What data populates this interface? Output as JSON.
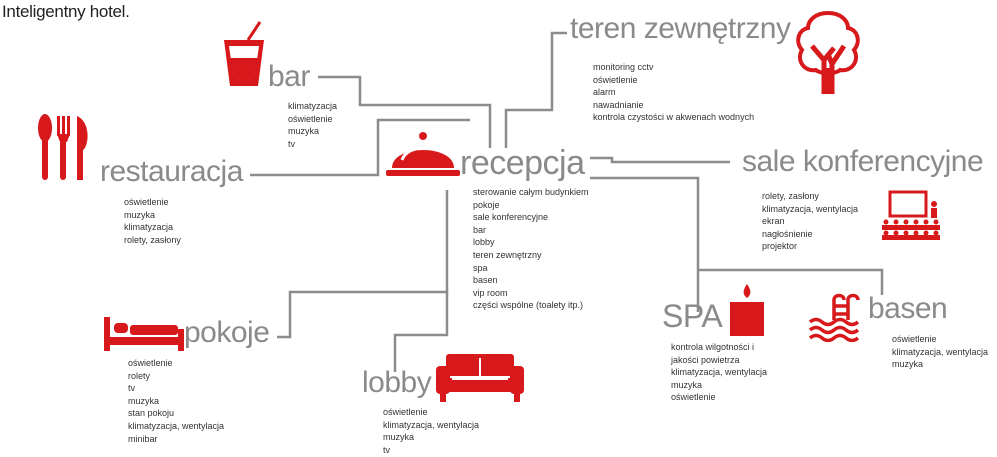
{
  "title": "Inteligentny hotel.",
  "accent_color": "#d7191c",
  "line_color": "#8c8c8c",
  "nodes": {
    "bar": {
      "label": "bar",
      "icon": "drink-cup-icon",
      "items": [
        "klimatyzacja",
        "oświetlenie",
        "muzyka",
        "tv"
      ]
    },
    "restauracja": {
      "label": "restauracja",
      "icon": "cutlery-icon",
      "items": [
        "oświetlenie",
        "muzyka",
        "klimatyzacja",
        "rolety, zasłony"
      ]
    },
    "recepcja": {
      "label": "recepcja",
      "icon": "service-bell-icon",
      "items": [
        "sterowanie całym budynkiem",
        "pokoje",
        "sale konferencyjne",
        "bar",
        "lobby",
        "teren zewnętrzny",
        "spa",
        "basen",
        "vip room",
        "części wspólne (toalety itp.)"
      ]
    },
    "teren": {
      "label": "teren zewnętrzny",
      "icon": "tree-icon",
      "items": [
        "monitoring cctv",
        "oświetlenie",
        "alarm",
        "nawadnianie",
        "kontrola czystości w akwenach wodnych"
      ]
    },
    "sale": {
      "label": "sale konferencyjne",
      "icon": "conference-room-icon",
      "items": [
        "rolety, zasłony",
        "klimatyzacja, wentylacja",
        "ekran",
        "nagłośnienie",
        "projektor"
      ]
    },
    "pokoje": {
      "label": "pokoje",
      "icon": "bed-icon",
      "items": [
        "oświetlenie",
        "rolety",
        "tv",
        "muzyka",
        "stan pokoju",
        "klimatyzacja, wentylacja",
        "minibar"
      ]
    },
    "lobby": {
      "label": "lobby",
      "icon": "sofa-icon",
      "items": [
        "oświetlenie",
        "klimatyzacja, wentylacja",
        "muzyka",
        "tv"
      ]
    },
    "spa": {
      "label": "SPA",
      "icon": "candle-icon",
      "items": [
        "kontrola wilgotności i",
        "jakości powietrza",
        "klimatyzacja, wentylacja",
        "muzyka",
        "oświetlenie"
      ]
    },
    "basen": {
      "label": "basen",
      "icon": "pool-icon",
      "items": [
        "oświetlenie",
        "klimatyzacja, wentylacja",
        "muzyka"
      ]
    }
  }
}
